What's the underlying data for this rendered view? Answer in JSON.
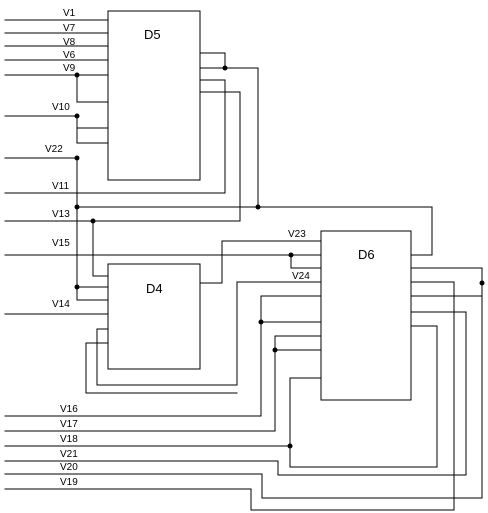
{
  "blocks": {
    "d5": "D5",
    "d4": "D4",
    "d6": "D6"
  },
  "signals": {
    "v1": "V1",
    "v7": "V7",
    "v8": "V8",
    "v6": "V6",
    "v9": "V9",
    "v10": "V10",
    "v22": "V22",
    "v11": "V11",
    "v13": "V13",
    "v15": "V15",
    "v14": "V14",
    "v23": "V23",
    "v24": "V24",
    "v16": "V16",
    "v17": "V17",
    "v18": "V18",
    "v21": "V21",
    "v20": "V20",
    "v19": "V19"
  }
}
